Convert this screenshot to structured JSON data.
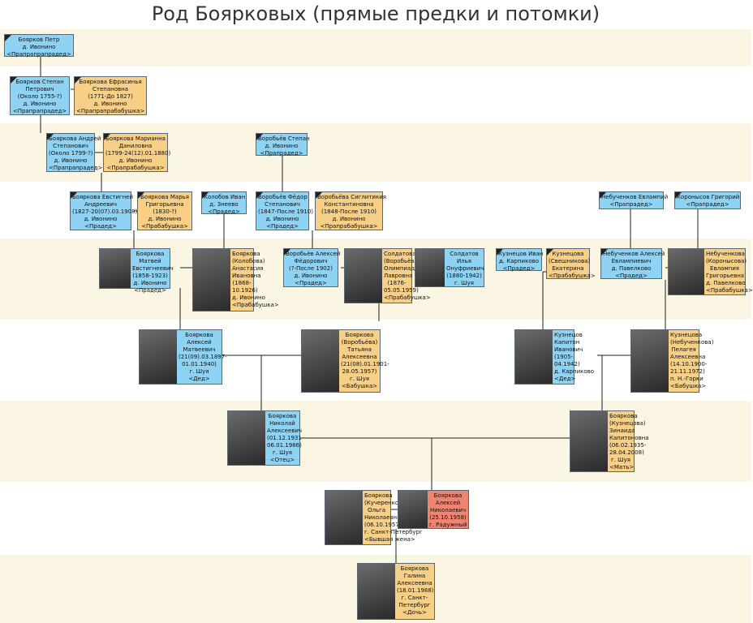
{
  "title": "Род Боярковых (прямые предки и потомки)",
  "colors": {
    "male": "#8fd3f4",
    "female": "#f7cf86",
    "self": "#ef8470",
    "band": "#fbf5e3",
    "line": "#222222"
  },
  "people": {
    "p1": {
      "sex": "m",
      "photo": false,
      "lines": [
        "Боярков Петр",
        "д. Ивонино",
        "<Прапрапрапрадед>"
      ]
    },
    "p2": {
      "sex": "m",
      "photo": false,
      "lines": [
        "Боярков Степан",
        "Петрович",
        "(Около 1755-?)",
        "д. Ивонино",
        "<Прапрапрадед>"
      ]
    },
    "p3": {
      "sex": "f",
      "photo": false,
      "lines": [
        "Бояркова Ефрасинья",
        "Степановна",
        "(1771-До 1827)",
        "д. Ивонино",
        "<Прапрапрабабушка>"
      ]
    },
    "p4": {
      "sex": "m",
      "photo": false,
      "lines": [
        "Бояркова Андрей",
        "Степанович",
        "(Около 1799-?)",
        "д. Ивонино",
        "<Прапрапрадед>"
      ]
    },
    "p5": {
      "sex": "f",
      "photo": false,
      "lines": [
        "Бояркова Марианна",
        "Даниловна",
        "(1799-24(12).01.1880)",
        "д. Ивонино",
        "<Прапрабабушка>"
      ]
    },
    "p6": {
      "sex": "m",
      "photo": false,
      "lines": [
        "Воробьёв Степан",
        "д. Ивонино",
        "<Прапрадед>"
      ]
    },
    "p7": {
      "sex": "m",
      "photo": false,
      "lines": [
        "Бояркова Евстигней",
        "Андреевич",
        "(1827-20(07).03.1908)",
        "д. Ивонино",
        "<Прадед>"
      ]
    },
    "p8": {
      "sex": "f",
      "photo": false,
      "lines": [
        "Бояркова Марья",
        "Григорьевна",
        "(1830-?)",
        "д. Ивонино",
        "<Прабабушка>"
      ]
    },
    "p9": {
      "sex": "m",
      "photo": false,
      "lines": [
        "Колобов Иван",
        "д. Знеево",
        "<Прадед>"
      ]
    },
    "p10": {
      "sex": "m",
      "photo": false,
      "lines": [
        "Воробьёв Фёдор",
        "Степанович",
        "(1847-После 1910)",
        "д. Ивонино",
        "<Прадед>"
      ]
    },
    "p11": {
      "sex": "f",
      "photo": false,
      "lines": [
        "Воробьёва Сиглитикия",
        "Константиновна",
        "(1848-После 1910)",
        "д. Ивонино",
        "<Прапрабабушка>"
      ]
    },
    "p12": {
      "sex": "m",
      "photo": false,
      "lines": [
        "Небученков Евлампий",
        "<Прапрадед>"
      ]
    },
    "p13": {
      "sex": "m",
      "photo": false,
      "lines": [
        "Коронысов Григорий",
        "<Прапрадед>"
      ]
    },
    "p14": {
      "sex": "m",
      "photo": true,
      "lines": [
        "Бояркова",
        "Матвей",
        "Евстигнеевич",
        "(1858-1923)",
        "д. Ивонино",
        "<Прадед>"
      ]
    },
    "p15": {
      "sex": "f",
      "photo": true,
      "lines": [
        "Бояркова",
        "(Колобова)",
        "Анастасия",
        "Ивановна",
        "(1868-",
        "10.1926)",
        "д. Ивонино",
        "<Прабабушка>"
      ]
    },
    "p16": {
      "sex": "m",
      "photo": false,
      "lines": [
        "Воробьёв Алексей",
        "Фёдорович",
        "(?-После 1902)",
        "д. Ивонино",
        "<Прадед>"
      ]
    },
    "p17": {
      "sex": "f",
      "photo": true,
      "lines": [
        "Солдатова",
        "(Воробьёва)",
        "Олимпиада",
        "Лавровна",
        "(1876-",
        "05.05.1959)",
        "<Прабабушка>"
      ]
    },
    "p18": {
      "sex": "m",
      "photo": true,
      "lines": [
        "Солдатов",
        "Илья",
        "Онуфриевич",
        "(1880-1942)",
        "г. Шуя"
      ]
    },
    "p19": {
      "sex": "m",
      "photo": false,
      "lines": [
        "Кузнецов Иван",
        "д. Карпиково",
        "<Прадед>"
      ]
    },
    "p20": {
      "sex": "f",
      "photo": false,
      "lines": [
        "Кузнецова",
        "(Свешникова)",
        "Екатерина",
        "<Прабабушка>"
      ]
    },
    "p21": {
      "sex": "m",
      "photo": false,
      "lines": [
        "Небученков Алексей",
        "Евлампиевич",
        "д. Павелково",
        "<Прадед>"
      ]
    },
    "p22": {
      "sex": "f",
      "photo": true,
      "lines": [
        "Небученкова",
        "(Коронысова)",
        "Евлампия",
        "Григорьевна",
        "д. Павелково",
        "<Прабабушка>"
      ]
    },
    "p23": {
      "sex": "m",
      "photo": true,
      "lines": [
        "Бояркова",
        "Алексей",
        "Матвеевич",
        "(21(09).03.1897-",
        "01.01.1940)",
        "г. Шуя",
        "<Дед>"
      ]
    },
    "p24": {
      "sex": "f",
      "photo": true,
      "lines": [
        "Бояркова",
        "(Воробьёва)",
        "Татьяна",
        "Алексеевна",
        "(21(08).01.1901-",
        "28.05.1957)",
        "г. Шуя",
        "<Бабушка>"
      ]
    },
    "p25": {
      "sex": "m",
      "photo": true,
      "lines": [
        "Кузнецов",
        "Капитон",
        "Иванович",
        "(1905-",
        "04.1942)",
        "д. Карпиково",
        "<Дед>"
      ]
    },
    "p26": {
      "sex": "f",
      "photo": true,
      "lines": [
        "Кузнецова",
        "(Небученкова)",
        "Пелагея",
        "Алексеевна",
        "(14.10.1900-",
        "21.11.1972)",
        "п. Н.-Горки",
        "<Бабушка>"
      ]
    },
    "p27": {
      "sex": "m",
      "photo": true,
      "lines": [
        "Бояркова",
        "Николай",
        "Алексеевич",
        "(01.12.1931-",
        "06.01.1986)",
        "г. Шуя",
        "<Отец>"
      ]
    },
    "p28": {
      "sex": "f",
      "photo": true,
      "lines": [
        "Бояркова",
        "(Кузнецова)",
        "Зинаида",
        "Капитоновна",
        "(06.02.1935-",
        "28.04.2008)",
        "г. Шуя",
        "<Мать>"
      ]
    },
    "p29": {
      "sex": "f",
      "photo": true,
      "lines": [
        "Бояркова",
        "(Кучеренко)",
        "Ольга",
        "Николаевна",
        "(06.10.1957)",
        "г. Санкт-Петербург",
        "<Бывшая жена>"
      ]
    },
    "p30": {
      "sex": "self",
      "photo": true,
      "lines": [
        "Бояркова",
        "Алексей",
        "Николаевич",
        "(25.10.1958)",
        "г. Радужный"
      ]
    },
    "p31": {
      "sex": "f",
      "photo": true,
      "lines": [
        "Бояркова",
        "Галина",
        "Алексеевна",
        "(18.01.1988)",
        "г. Санкт-",
        "Петербург",
        "<Дочь>"
      ]
    }
  }
}
